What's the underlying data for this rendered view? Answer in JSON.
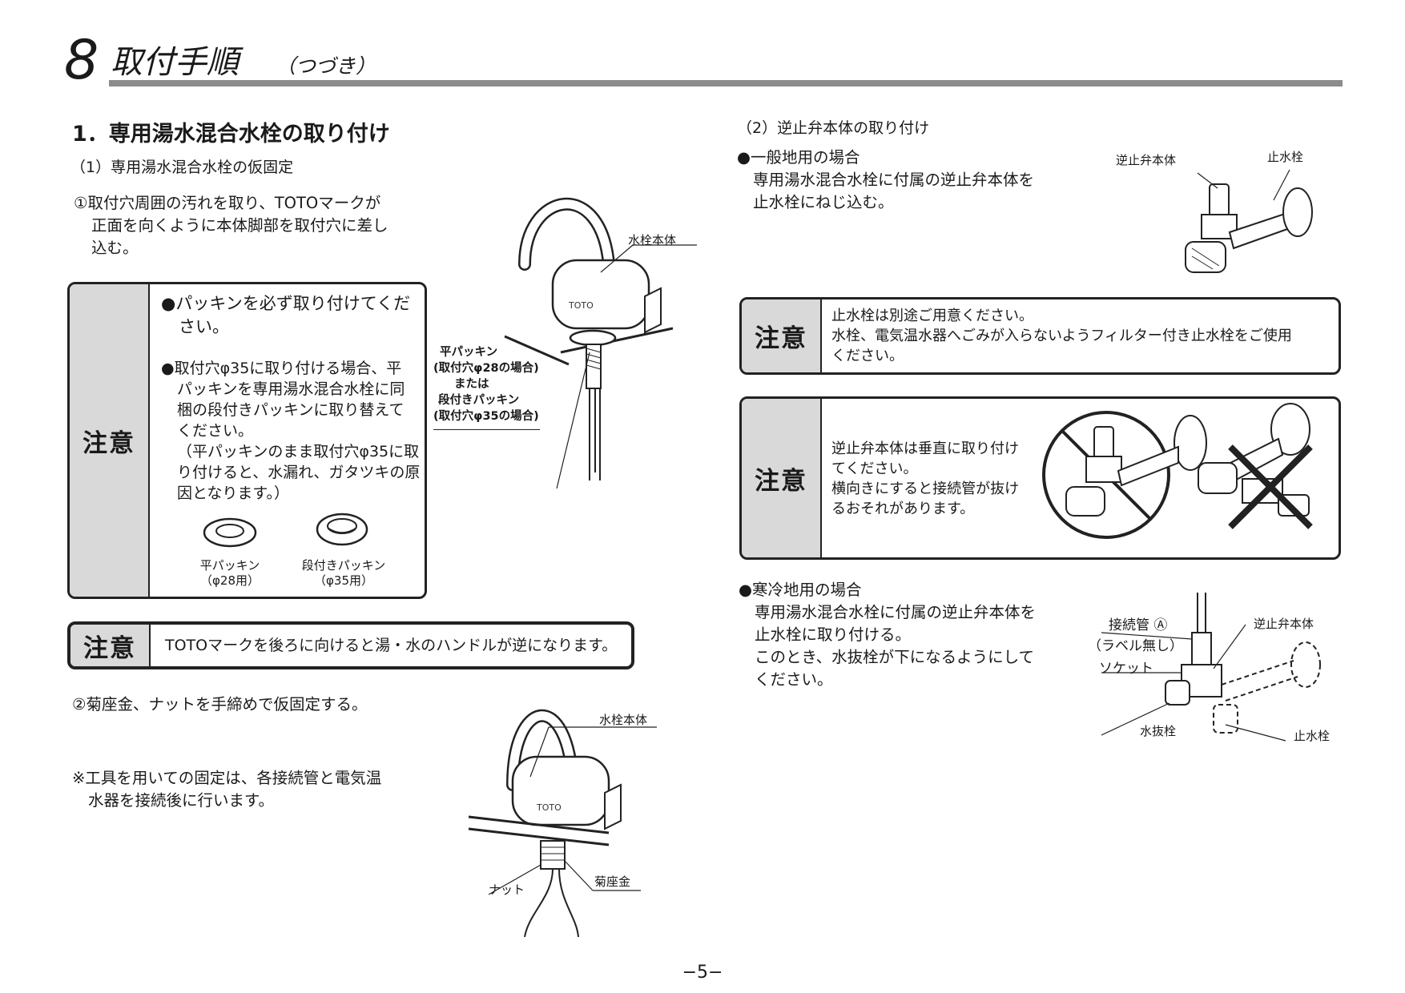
{
  "header": {
    "number": "8",
    "title": "取付手順",
    "subtitle": "（つづき）"
  },
  "left": {
    "section_title": "1．専用湯水混合水栓の取り付け",
    "sub1_title": "（1）専用湯水混合水栓の仮固定",
    "step1": [
      "①取付穴周囲の汚れを取り、TOTOマークが",
      "正面を向くように本体脚部を取付穴に差し",
      "込む。"
    ],
    "caution1": {
      "label": "注意",
      "bullet1": [
        "●パッキンを必ず取り付けてくだ",
        "さい。"
      ],
      "bullet2": [
        "●取付穴φ35に取り付ける場合、平",
        "パッキンを専用湯水混合水栓に同",
        "梱の段付きパッキンに取り替えて",
        "ください。",
        "（平パッキンのまま取付穴φ35に取",
        "り付けると、水漏れ、ガタツキの原",
        "因となります。）"
      ],
      "flat_packing": [
        "平パッキン",
        "（φ28用）"
      ],
      "stepped_packing": [
        "段付きパッキン",
        "（φ35用）"
      ]
    },
    "figure1": {
      "body_label": "水栓本体",
      "packing_label": [
        "平パッキン",
        "(取付穴φ28の場合)",
        "または",
        "段付きパッキン",
        "(取付穴φ35の場合)"
      ],
      "brand": "TOTO"
    },
    "caution2": {
      "label": "注意",
      "text": "TOTOマークを後ろに向けると湯・水のハンドルが逆になります。"
    },
    "step2": "②菊座金、ナットを手締めで仮固定する。",
    "note": [
      "※工具を用いての固定は、各接続管と電気温",
      "水器を接続後に行います。"
    ],
    "figure2": {
      "body_label": "水栓本体",
      "nut_label": "ナット",
      "washer_label": "菊座金",
      "brand": "TOTO"
    }
  },
  "right": {
    "sub2_title": "（2）逆止弁本体の取り付け",
    "general": {
      "title": "●一般地用の場合",
      "text": [
        "専用湯水混合水栓に付属の逆止弁本体を",
        "止水栓にねじ込む。"
      ],
      "fig_labels": {
        "check_valve": "逆止弁本体",
        "stop_valve": "止水栓"
      }
    },
    "caution3": {
      "label": "注意",
      "lines": [
        "止水栓は別途ご用意ください。",
        "水栓、電気温水器へごみが入らないようフィルター付き止水栓をご使用",
        "ください。"
      ]
    },
    "caution4": {
      "label": "注意",
      "lines": [
        "逆止弁本体は垂直に取り付け",
        "てください。",
        "横向きにすると接続管が抜け",
        "るおそれがあります。"
      ]
    },
    "cold": {
      "title": "●寒冷地用の場合",
      "text": [
        "専用湯水混合水栓に付属の逆止弁本体を",
        "止水栓に取り付ける。",
        "このとき、水抜栓が下になるようにして",
        "ください。"
      ],
      "fig_labels": {
        "pipe": "接続管 Ⓐ",
        "no_label": "（ラベル無し）",
        "socket": "ソケット",
        "check_valve": "逆止弁本体",
        "drain": "水抜栓",
        "stop_valve": "止水栓"
      }
    }
  },
  "page_number": "−5−"
}
